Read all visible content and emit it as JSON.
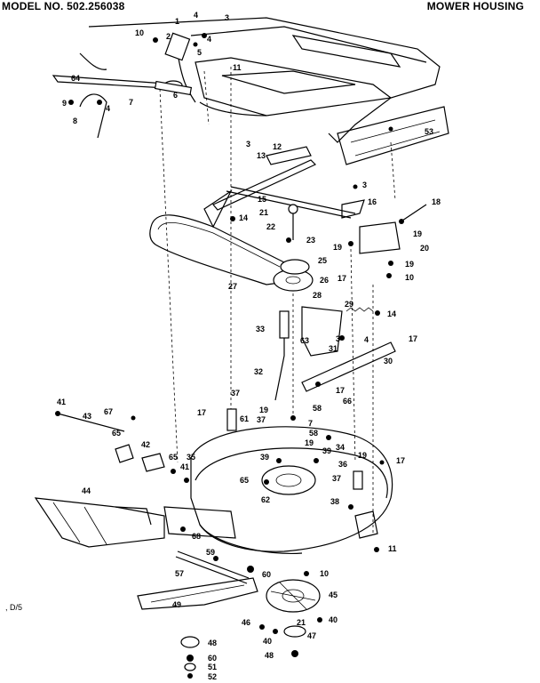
{
  "header": {
    "model": "MODEL NO. 502.256038",
    "section": "MOWER HOUSING"
  },
  "page_ref": ", D/5",
  "callouts": [
    {
      "id": "c1",
      "text": "1"
    },
    {
      "id": "c2",
      "text": "2"
    },
    {
      "id": "c3a",
      "text": "3"
    },
    {
      "id": "c4a",
      "text": "4"
    },
    {
      "id": "c4b",
      "text": "4"
    },
    {
      "id": "c5",
      "text": "5"
    },
    {
      "id": "c10a",
      "text": "10"
    },
    {
      "id": "c11a",
      "text": "11"
    },
    {
      "id": "c64",
      "text": "64"
    },
    {
      "id": "c9",
      "text": "9"
    },
    {
      "id": "c4c",
      "text": "4"
    },
    {
      "id": "c7",
      "text": "7"
    },
    {
      "id": "c6",
      "text": "6"
    },
    {
      "id": "c8",
      "text": "8"
    },
    {
      "id": "c53",
      "text": "53"
    },
    {
      "id": "c3b",
      "text": "3"
    },
    {
      "id": "c12",
      "text": "12"
    },
    {
      "id": "c13",
      "text": "13"
    },
    {
      "id": "c3c",
      "text": "3"
    },
    {
      "id": "c15",
      "text": "15"
    },
    {
      "id": "c16",
      "text": "16"
    },
    {
      "id": "c18",
      "text": "18"
    },
    {
      "id": "c21a",
      "text": "21"
    },
    {
      "id": "c14a",
      "text": "14"
    },
    {
      "id": "c22",
      "text": "22"
    },
    {
      "id": "c19a",
      "text": "19"
    },
    {
      "id": "c23",
      "text": "23"
    },
    {
      "id": "c20",
      "text": "20"
    },
    {
      "id": "c19b",
      "text": "19"
    },
    {
      "id": "c19c",
      "text": "19"
    },
    {
      "id": "c25",
      "text": "25"
    },
    {
      "id": "c10b",
      "text": "10"
    },
    {
      "id": "c17a",
      "text": "17"
    },
    {
      "id": "c27",
      "text": "27"
    },
    {
      "id": "c26",
      "text": "26"
    },
    {
      "id": "c28",
      "text": "28"
    },
    {
      "id": "c29",
      "text": "29"
    },
    {
      "id": "c14b",
      "text": "14"
    },
    {
      "id": "c33",
      "text": "33"
    },
    {
      "id": "c63",
      "text": "63"
    },
    {
      "id": "c3d",
      "text": "3"
    },
    {
      "id": "c4d",
      "text": "4"
    },
    {
      "id": "c31",
      "text": "31"
    },
    {
      "id": "c17b",
      "text": "17"
    },
    {
      "id": "c30",
      "text": "30"
    },
    {
      "id": "c32",
      "text": "32"
    },
    {
      "id": "c17c",
      "text": "17"
    },
    {
      "id": "c37a",
      "text": "37"
    },
    {
      "id": "c66",
      "text": "66"
    },
    {
      "id": "c41a",
      "text": "41"
    },
    {
      "id": "c43",
      "text": "43"
    },
    {
      "id": "c67",
      "text": "67"
    },
    {
      "id": "c17d",
      "text": "17"
    },
    {
      "id": "c19d",
      "text": "19"
    },
    {
      "id": "c58a",
      "text": "58"
    },
    {
      "id": "c61",
      "text": "61"
    },
    {
      "id": "c37b",
      "text": "37"
    },
    {
      "id": "c7b",
      "text": "7"
    },
    {
      "id": "c65a",
      "text": "65"
    },
    {
      "id": "c58b",
      "text": "58"
    },
    {
      "id": "c19e",
      "text": "19"
    },
    {
      "id": "c34",
      "text": "34"
    },
    {
      "id": "c42",
      "text": "42"
    },
    {
      "id": "c65b",
      "text": "65"
    },
    {
      "id": "c35",
      "text": "35"
    },
    {
      "id": "c39a",
      "text": "39"
    },
    {
      "id": "c39b",
      "text": "39"
    },
    {
      "id": "c41b",
      "text": "41"
    },
    {
      "id": "c19f",
      "text": "19"
    },
    {
      "id": "c17e",
      "text": "17"
    },
    {
      "id": "c36",
      "text": "36"
    },
    {
      "id": "c65c",
      "text": "65"
    },
    {
      "id": "c37c",
      "text": "37"
    },
    {
      "id": "c62",
      "text": "62"
    },
    {
      "id": "c44",
      "text": "44"
    },
    {
      "id": "c38",
      "text": "38"
    },
    {
      "id": "c68",
      "text": "68"
    },
    {
      "id": "c11b",
      "text": "11"
    },
    {
      "id": "c59",
      "text": "59"
    },
    {
      "id": "c10c",
      "text": "10"
    },
    {
      "id": "c57",
      "text": "57"
    },
    {
      "id": "c60a",
      "text": "60"
    },
    {
      "id": "c45",
      "text": "45"
    },
    {
      "id": "c49",
      "text": "49"
    },
    {
      "id": "c46",
      "text": "46"
    },
    {
      "id": "c21b",
      "text": "21"
    },
    {
      "id": "c40a",
      "text": "40"
    },
    {
      "id": "c40b",
      "text": "40"
    },
    {
      "id": "c47",
      "text": "47"
    },
    {
      "id": "c48a",
      "text": "48"
    },
    {
      "id": "c48b",
      "text": "48"
    },
    {
      "id": "c60b",
      "text": "60"
    },
    {
      "id": "c51",
      "text": "51"
    },
    {
      "id": "c52",
      "text": "52"
    }
  ]
}
